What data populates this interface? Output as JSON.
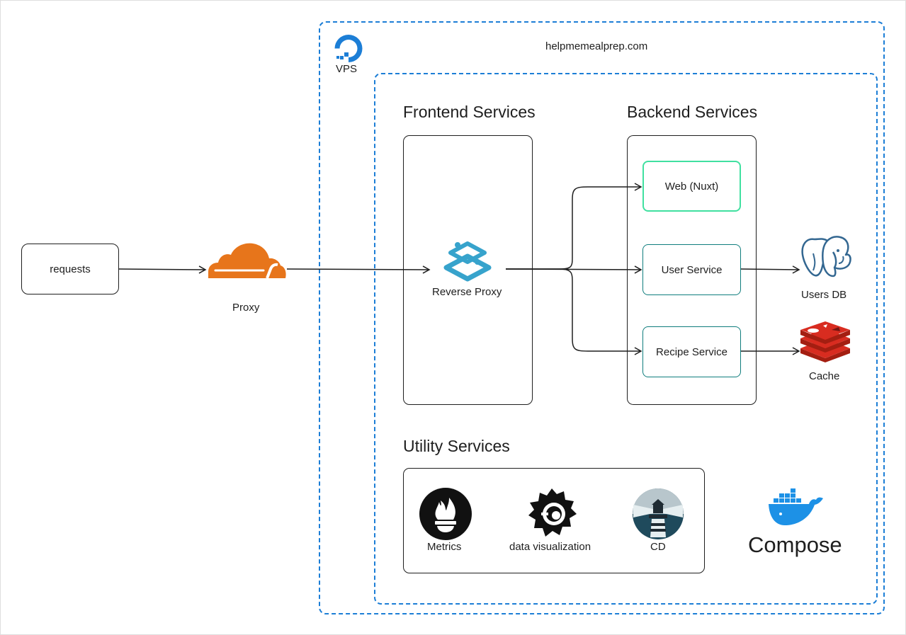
{
  "request_node": {
    "label": "requests"
  },
  "proxy": {
    "label": "Proxy",
    "icon": "cloudflare-cloud-icon",
    "color": "#e7751b"
  },
  "vps": {
    "label": "VPS",
    "domain": "helpmemealprep.com",
    "icon": "digitalocean-icon",
    "border_color": "#1c7ed6"
  },
  "sections": {
    "frontend": "Frontend Services",
    "backend": "Backend Services",
    "utility": "Utility Services"
  },
  "frontend": {
    "reverse_proxy": {
      "label": "Reverse Proxy",
      "icon": "traefik-icon",
      "color": "#37a3cc"
    }
  },
  "backend": {
    "services": [
      {
        "label": "Web (Nuxt)",
        "border_color": "#40e0a0"
      },
      {
        "label": "User Service",
        "border_color": "#0f7d7d"
      },
      {
        "label": "Recipe Service",
        "border_color": "#0f7d7d"
      }
    ]
  },
  "datastores": {
    "users_db": {
      "label": "Users DB",
      "icon": "postgresql-elephant-icon",
      "color": "#336791"
    },
    "cache": {
      "label": "Cache",
      "icon": "redis-icon",
      "color": "#d82c20"
    }
  },
  "utility": {
    "items": [
      {
        "label": "Metrics",
        "icon": "prometheus-icon"
      },
      {
        "label": "data visualization",
        "icon": "grafana-icon"
      },
      {
        "label": "CD",
        "icon": "watchtower-lighthouse-icon"
      }
    ]
  },
  "compose": {
    "label": "Compose",
    "icon": "docker-whale-icon",
    "color": "#1d91e6"
  }
}
